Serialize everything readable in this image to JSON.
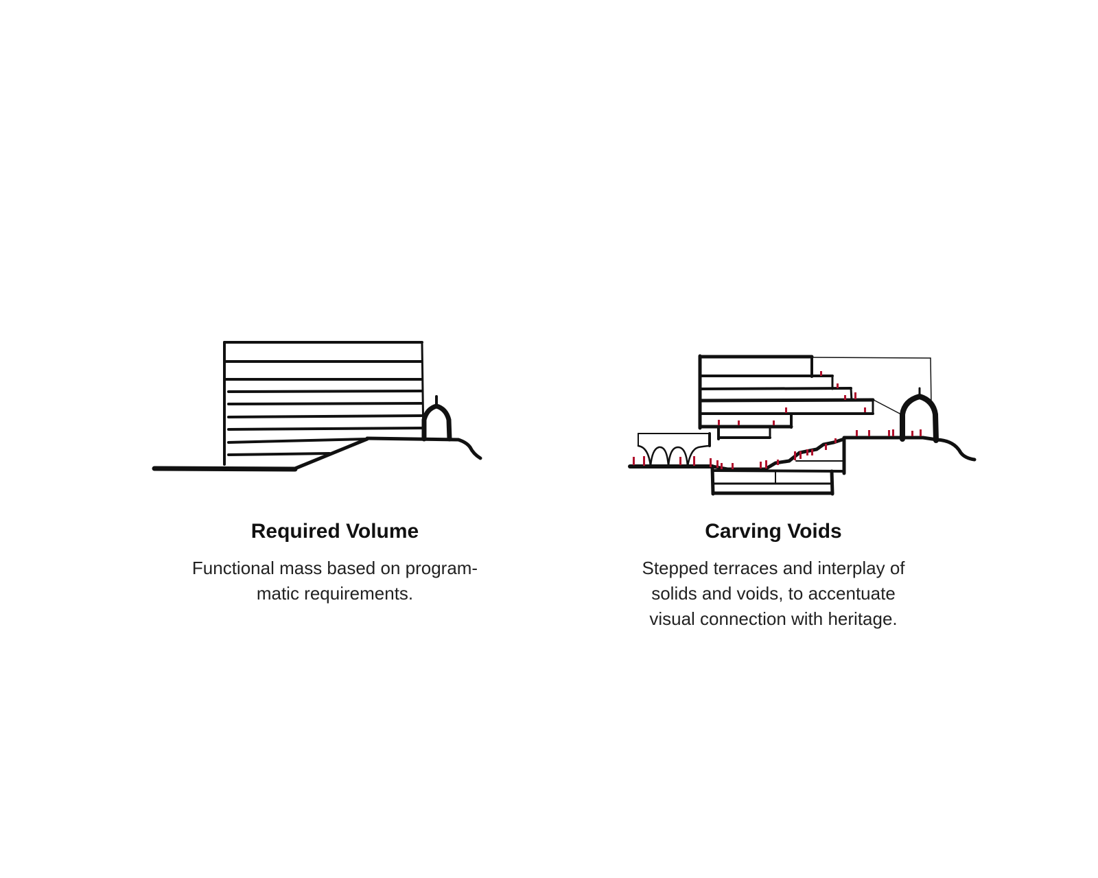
{
  "panels": [
    {
      "title": "Required Volume",
      "description_lines": [
        "Functional mass based on program-",
        "matic requirements."
      ]
    },
    {
      "title": "Carving Voids",
      "description_lines": [
        "Stepped terraces and interplay of",
        "solids and voids,  to accentuate",
        "visual connection with heritage."
      ]
    }
  ],
  "colors": {
    "ink": "#111111",
    "people": "#b0102c"
  }
}
